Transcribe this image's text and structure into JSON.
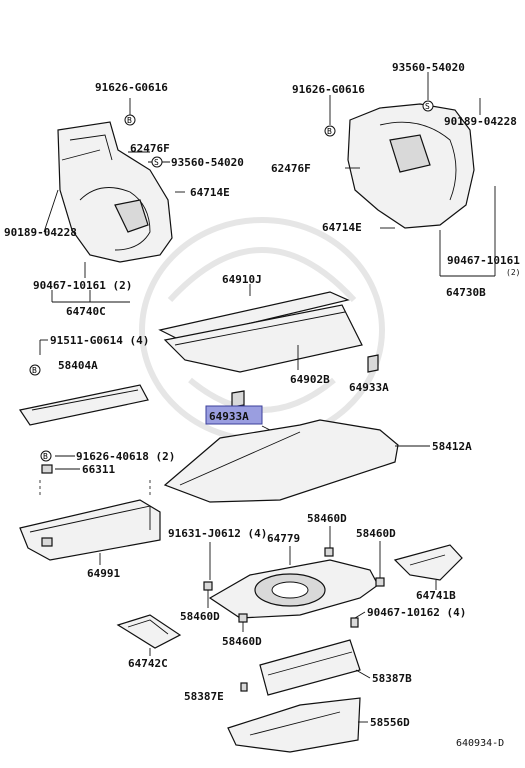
{
  "labels": {
    "p91626_g0616_left": "91626-G0616",
    "p62476f_left": "62476F",
    "p93560_54020_left": "93560-54020",
    "p64714e_left": "64714E",
    "p90189_04228_left": "90189-04228",
    "p90467_10161_left": "90467-10161 (2)",
    "p64740c": "64740C",
    "p93560_54020_right": "93560-54020",
    "p91626_g0616_right": "91626-G0616",
    "p90189_04228_right": "90189-04228",
    "p62476f_right": "62476F",
    "p64714e_right": "64714E",
    "p90467_10161_right": "90467-10161",
    "p90467_10161_right_qty": "(2)",
    "p64730b": "64730B",
    "p64910j": "64910J",
    "p91511_g0614": "91511-G0614 (4)",
    "p58404a": "58404A",
    "p64902b": "64902B",
    "p64933a_right": "64933A",
    "p64933a_highlight": "64933A",
    "p58412a": "58412A",
    "p91626_40618": "91626-40618 (2)",
    "p66311": "66311",
    "p64991": "64991",
    "p91631_j0612": "91631-J0612 (4)",
    "p64779": "64779",
    "p58460d_top": "58460D",
    "p58460d_right": "58460D",
    "p58460d_left": "58460D",
    "p58460d_bottom": "58460D",
    "p64741b": "64741B",
    "p90467_10162": "90467-10162 (4)",
    "p64742c": "64742C",
    "p58387b": "58387B",
    "p58387e": "58387E",
    "p58556d": "58556D",
    "diagram_id": "640934-D"
  },
  "symbols": {
    "bolt": "B",
    "screw": "S"
  },
  "colors": {
    "highlight_fill": "#9a9ee0",
    "highlight_stroke": "#3b3f9a",
    "line": "#111111"
  }
}
